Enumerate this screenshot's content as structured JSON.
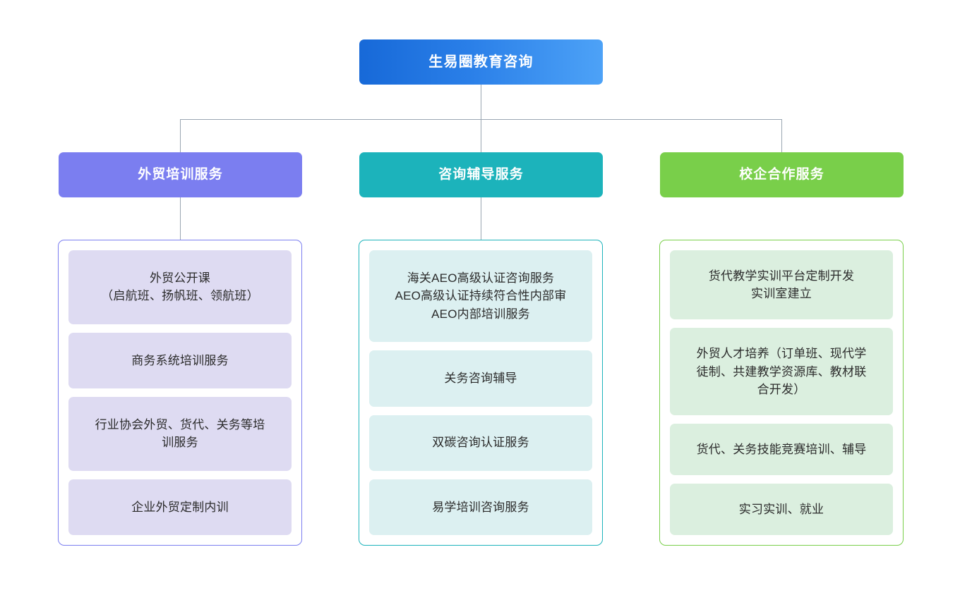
{
  "diagram": {
    "type": "org-tree",
    "orientation": "top-down",
    "root": {
      "label": "生易圈教育咨询",
      "color": "#2a7fe8",
      "gradient_from": "#1769d8",
      "gradient_to": "#4da2f7",
      "text_color": "#ffffff"
    },
    "connector_color": "#9aa6b2",
    "branches": [
      {
        "label": "外贸培训服务",
        "color": "#7b7ef0",
        "card_color": "#dedbf2",
        "border_color": "#7b7ef0",
        "has_stem": true,
        "items": [
          {
            "label": "外贸公开课\n（启航班、扬帆班、领航班）"
          },
          {
            "label": "商务系统培训服务"
          },
          {
            "label": "行业协会外贸、货代、关务等培\n训服务"
          },
          {
            "label": "企业外贸定制内训"
          }
        ]
      },
      {
        "label": "咨询辅导服务",
        "color": "#1cb3bb",
        "card_color": "#dcf0f1",
        "border_color": "#1cb3bb",
        "has_stem": true,
        "items": [
          {
            "label": "海关AEO高级认证咨询服务\nAEO高级认证持续符合性内部审\nAEO内部培训服务"
          },
          {
            "label": "关务咨询辅导"
          },
          {
            "label": "双碳咨询认证服务"
          },
          {
            "label": "易学培训咨询服务"
          }
        ]
      },
      {
        "label": "校企合作服务",
        "color": "#79cf4a",
        "card_color": "#dbefdf",
        "border_color": "#79cf4a",
        "has_stem": false,
        "items": [
          {
            "label": "货代教学实训平台定制开发\n实训室建立"
          },
          {
            "label": "外贸人才培养（订单班、现代学\n徒制、共建教学资源库、教材联\n合开发）"
          },
          {
            "label": "货代、关务技能竞赛培训、辅导"
          },
          {
            "label": "实习实训、就业"
          }
        ]
      }
    ]
  }
}
